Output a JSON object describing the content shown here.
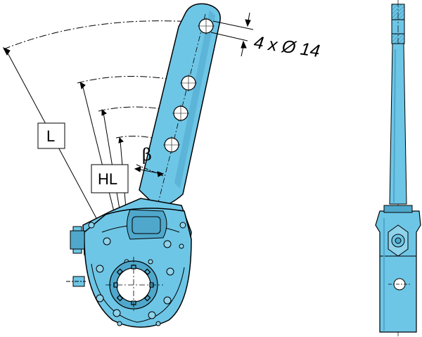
{
  "diagram": {
    "labels": {
      "long_lever": "L",
      "short_lever": "HL",
      "angle": "β",
      "hole_spec": "4 x Ø 14"
    },
    "colors": {
      "body": "#6ec6e6",
      "body_dark": "#4fa8cc",
      "outline": "#000000",
      "hatch": "#2d7ea6"
    }
  }
}
